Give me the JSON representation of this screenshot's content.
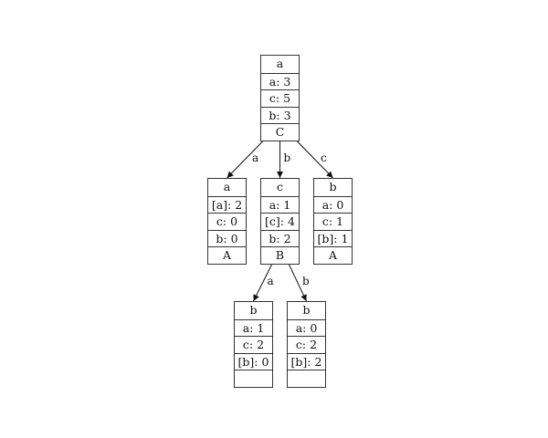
{
  "nodes": [
    {
      "id": "n0",
      "rows": [
        "a",
        "a: 3",
        "c: 5",
        "b: 3",
        "C"
      ]
    },
    {
      "id": "n1",
      "rows": [
        "a",
        "[a]: 2",
        "c: 0",
        "b: 0",
        "A"
      ]
    },
    {
      "id": "n2",
      "rows": [
        "c",
        "a: 1",
        "[c]: 4",
        "b: 2",
        "B"
      ]
    },
    {
      "id": "n3",
      "rows": [
        "b",
        "a: 0",
        "c: 1",
        "[b]: 1",
        "A"
      ]
    },
    {
      "id": "n4",
      "rows": [
        "b",
        "a: 1",
        "c: 2",
        "[b]: 0",
        ""
      ]
    },
    {
      "id": "n5",
      "rows": [
        "b",
        "a: 0",
        "c: 2",
        "[b]: 2",
        ""
      ]
    }
  ],
  "edges": [
    {
      "from": "n0",
      "to": "n1",
      "label": "a"
    },
    {
      "from": "n0",
      "to": "n2",
      "label": "b"
    },
    {
      "from": "n0",
      "to": "n3",
      "label": "c"
    },
    {
      "from": "n2",
      "to": "n4",
      "label": "a"
    },
    {
      "from": "n2",
      "to": "n5",
      "label": "b"
    }
  ],
  "colors": {
    "stroke": "#333333",
    "text": "#111111",
    "background": "#ffffff"
  }
}
